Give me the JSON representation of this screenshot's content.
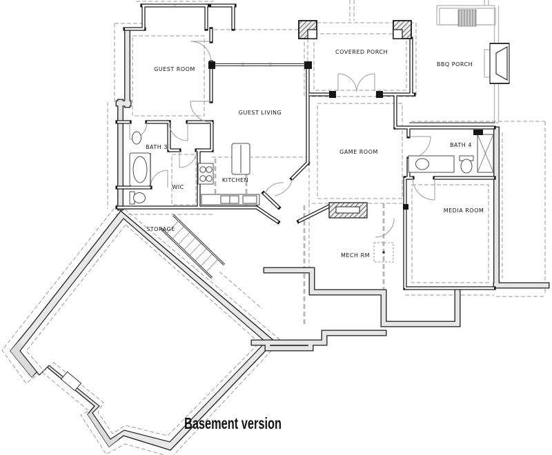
{
  "caption": "Basement version",
  "plan": {
    "type": "floor-plan",
    "variant": "basement",
    "rooms": [
      {
        "label": "GUEST ROOM"
      },
      {
        "label": "GUEST LIVING"
      },
      {
        "label": "COVERED PORCH"
      },
      {
        "label": "BBQ PORCH"
      },
      {
        "label": "GAME ROOM"
      },
      {
        "label": "BATH 3"
      },
      {
        "label": "WIC"
      },
      {
        "label": "KITCHEN"
      },
      {
        "label": "BATH 4"
      },
      {
        "label": "MEDIA ROOM"
      },
      {
        "label": "STORAGE"
      },
      {
        "label": "MECH RM"
      }
    ],
    "colors": {
      "wall": "#161616",
      "dashed_line": "#9a9a9a",
      "foundation_fill": "#e6e6e6",
      "porch_line": "#b3b3b3",
      "label": "#151515"
    }
  }
}
